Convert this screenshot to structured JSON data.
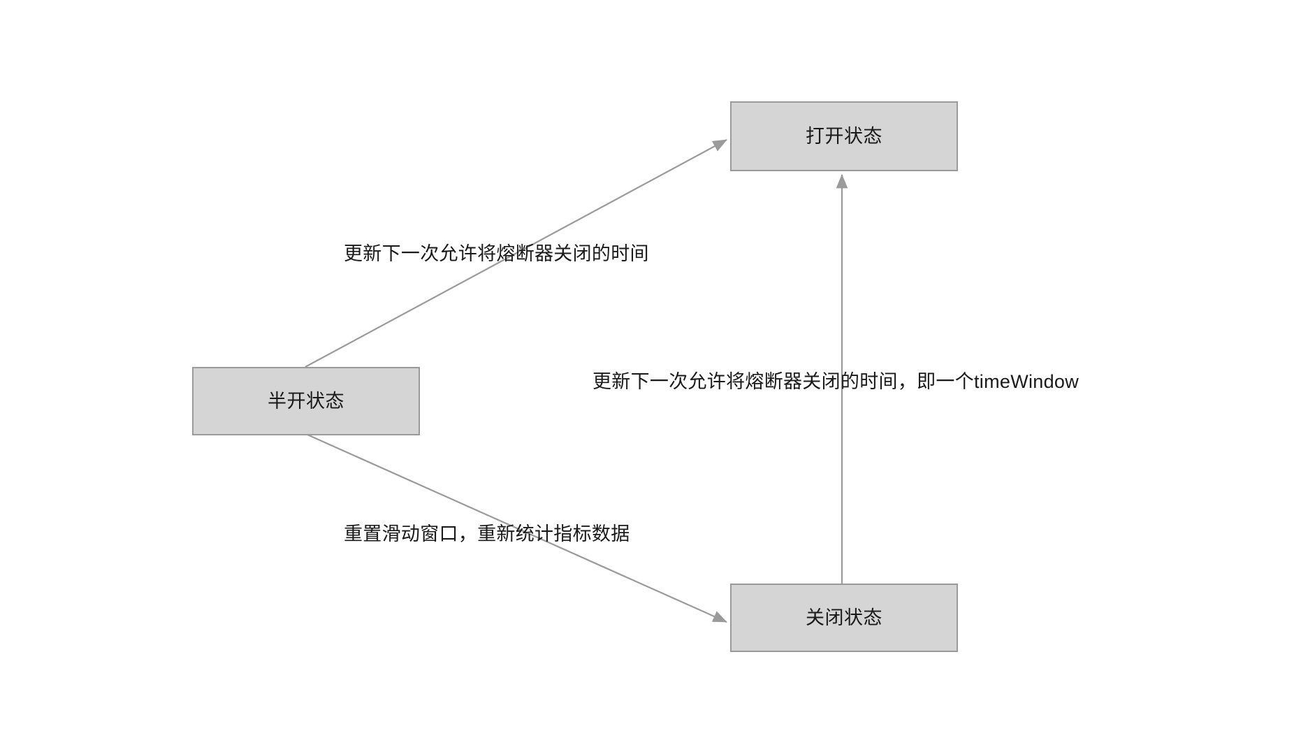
{
  "diagram": {
    "type": "state-transition-diagram",
    "background_color": "#ffffff",
    "node_fill_color": "#d5d5d5",
    "node_border_color": "#9a9a9a",
    "edge_color": "#9a9a9a",
    "text_color": "#1a1a1a",
    "nodes": [
      {
        "id": "open",
        "label": "打开状态"
      },
      {
        "id": "halfopen",
        "label": "半开状态"
      },
      {
        "id": "closed",
        "label": "关闭状态"
      }
    ],
    "edges": [
      {
        "id": "halfopen-open",
        "from": "半开状态",
        "to": "打开状态",
        "label": "更新下一次允许将熔断器关闭的时间"
      },
      {
        "id": "halfopen-closed",
        "from": "半开状态",
        "to": "关闭状态",
        "label": "重置滑动窗口，重新统计指标数据"
      },
      {
        "id": "closed-open",
        "from": "关闭状态",
        "to": "打开状态",
        "label": "更新下一次允许将熔断器关闭的时间，即一个timeWindow"
      }
    ]
  }
}
